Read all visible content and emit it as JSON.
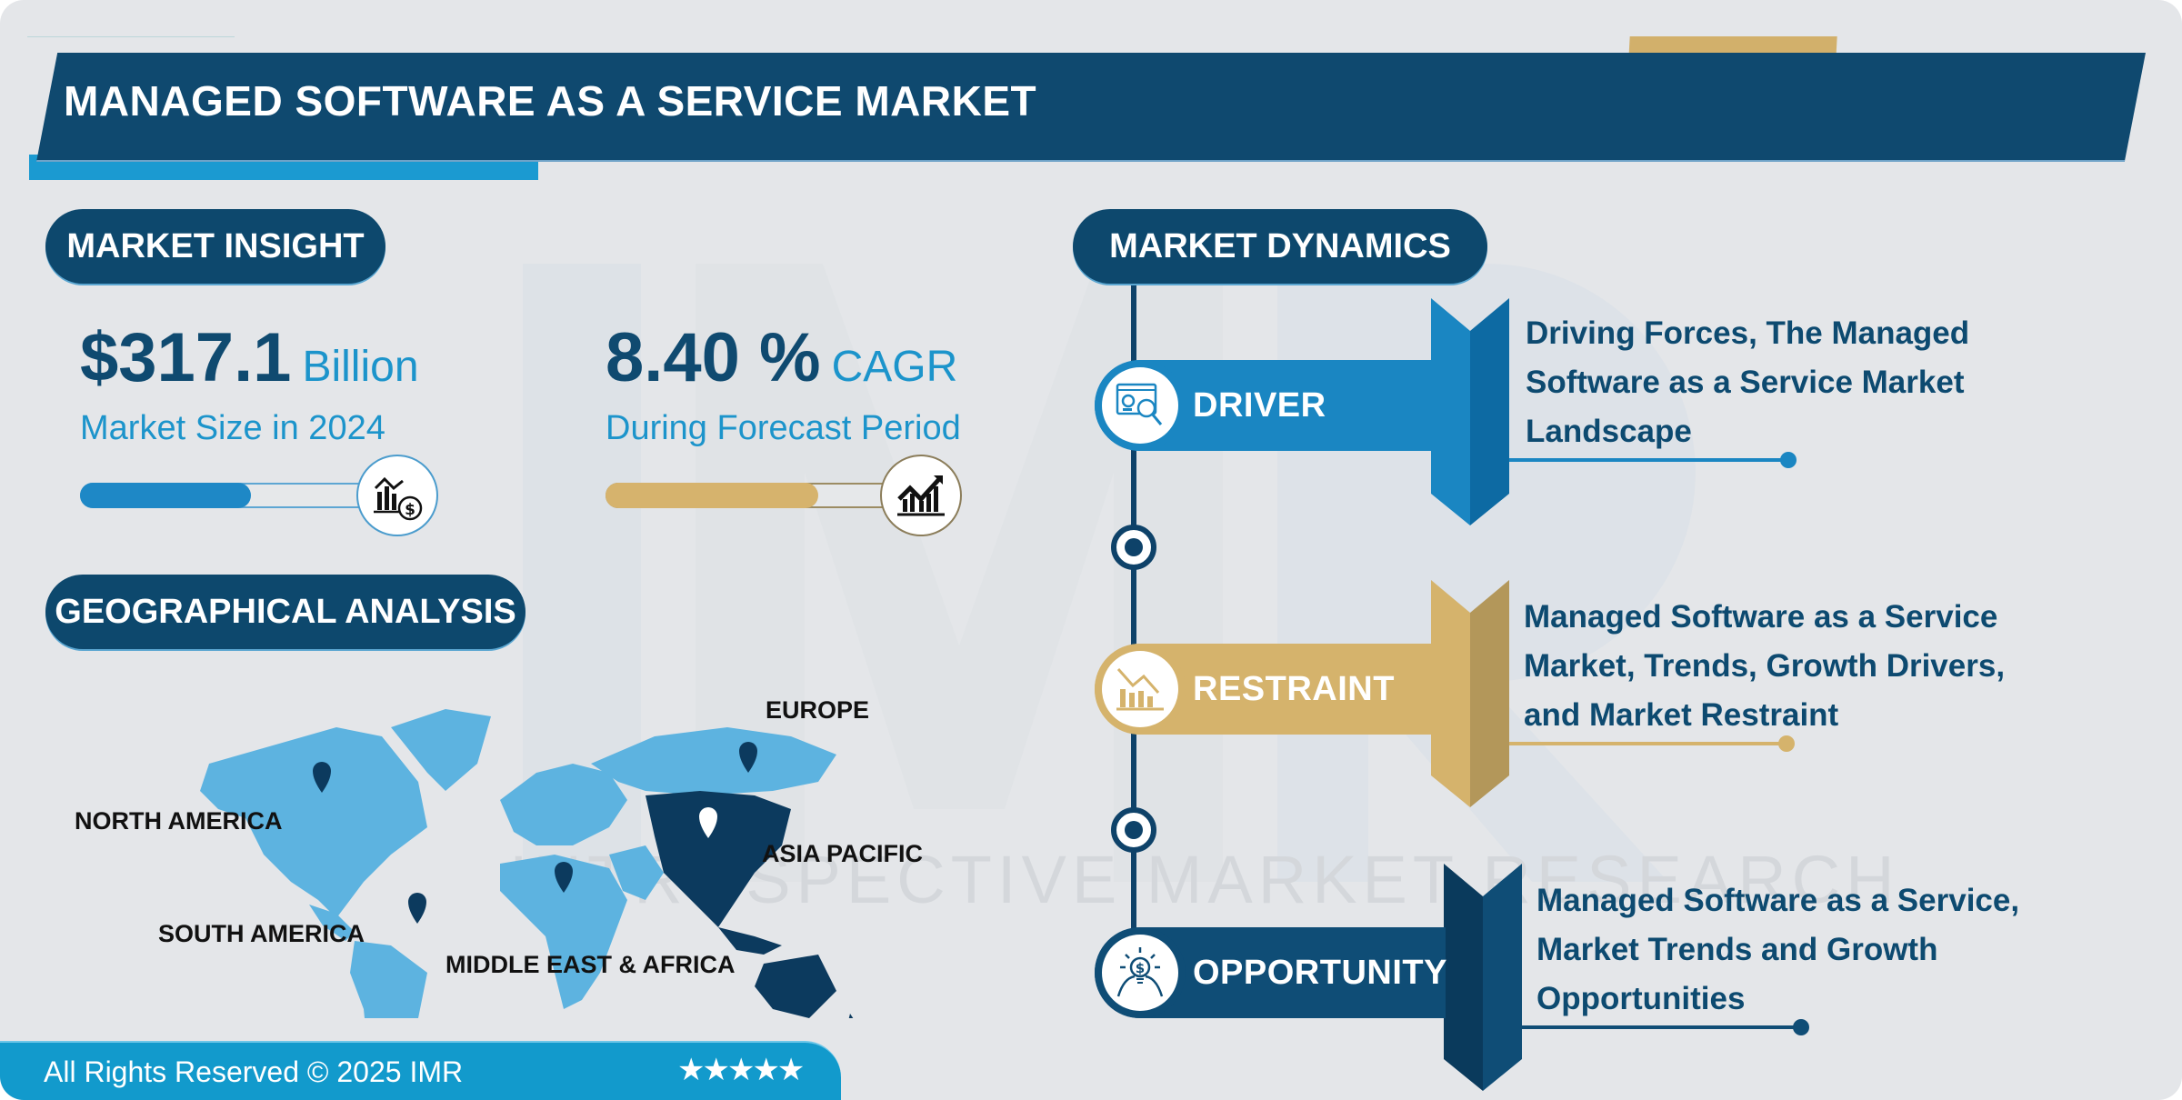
{
  "header": {
    "title": "MANAGED SOFTWARE AS A SERVICE MARKET"
  },
  "market_insight": {
    "pill": "MARKET INSIGHT",
    "market_size": {
      "value": "$317.1",
      "unit": "Billion",
      "label": "Market Size in 2024",
      "progress_pct": 48,
      "icon": "chart-dollar-icon",
      "color": "#1e88c6"
    },
    "cagr": {
      "value": "8.40 %",
      "unit": "CAGR",
      "label": "During Forecast Period",
      "progress_pct": 65,
      "icon": "growth-chart-icon",
      "color": "#d6b36d"
    }
  },
  "geographical_analysis": {
    "pill": "GEOGRAPHICAL ANALYSIS",
    "regions": [
      {
        "name": "NORTH AMERICA",
        "highlighted": false
      },
      {
        "name": "EUROPE",
        "highlighted": false
      },
      {
        "name": "ASIA PACIFIC",
        "highlighted": true
      },
      {
        "name": "SOUTH AMERICA",
        "highlighted": false
      },
      {
        "name": "MIDDLE EAST & AFRICA",
        "highlighted": false
      }
    ],
    "colors": {
      "base": "#5db3e0",
      "highlight": "#0c3a5e"
    }
  },
  "market_dynamics": {
    "pill": "MARKET DYNAMICS",
    "items": [
      {
        "label": "DRIVER",
        "icon": "analytics-search-icon",
        "color": "#1a86c2",
        "dark": "#0d6aa3",
        "lines": [
          "Driving Forces, The Managed",
          "Software as a Service Market",
          "Landscape"
        ]
      },
      {
        "label": "RESTRAINT",
        "icon": "declining-chart-icon",
        "color": "#d5b36c",
        "dark": "#b3975a",
        "lines": [
          "Managed Software as a Service",
          "Market, Trends, Growth Drivers,",
          "and Market Restraint"
        ]
      },
      {
        "label": "OPPORTUNITY",
        "icon": "lightbulb-dollar-icon",
        "color": "#0f4d76",
        "dark": "#0a3a5c",
        "lines": [
          "Managed Software as a Service,",
          "Market Trends and Growth",
          "Opportunities"
        ]
      }
    ]
  },
  "watermark": {
    "letters": "IMR",
    "text": "INTROSPECTIVE MARKET RESEARCH"
  },
  "footer": {
    "copyright": "All Rights Reserved © 2025 IMR",
    "stars": "★★★★★"
  }
}
